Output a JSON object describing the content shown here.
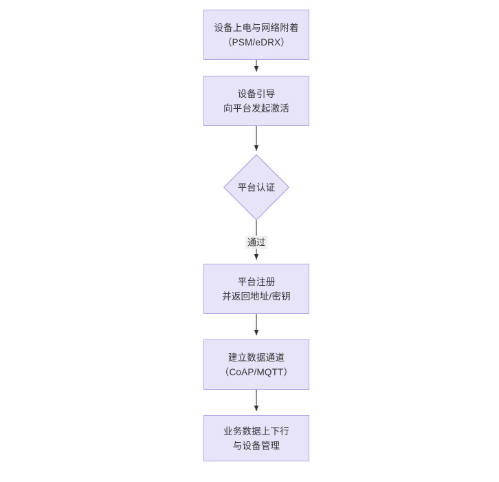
{
  "diagram": {
    "type": "flowchart",
    "orientation": "top-to-bottom",
    "background_color": "#ffffff",
    "node_fill_color": "#e7e3f8",
    "node_border_color": "#b4a0e0",
    "text_color": "#333333",
    "edge_color": "#333333",
    "nodes": [
      {
        "id": "n1",
        "shape": "rectangle",
        "lines": [
          "设备上电与网络附着",
          "（PSM/eDRX）"
        ]
      },
      {
        "id": "n2",
        "shape": "rectangle",
        "lines": [
          "设备引导",
          "向平台发起激活"
        ]
      },
      {
        "id": "n3",
        "shape": "diamond",
        "lines": [
          "平台认证"
        ]
      },
      {
        "id": "n4",
        "shape": "rectangle",
        "lines": [
          "平台注册",
          "并返回地址/密钥"
        ]
      },
      {
        "id": "n5",
        "shape": "rectangle",
        "lines": [
          "建立数据通道",
          "（CoAP/MQTT）"
        ]
      },
      {
        "id": "n6",
        "shape": "rectangle",
        "lines": [
          "业务数据上下行",
          "与设备管理"
        ]
      }
    ],
    "edges": [
      {
        "from": "n1",
        "to": "n2",
        "label": ""
      },
      {
        "from": "n2",
        "to": "n3",
        "label": ""
      },
      {
        "from": "n3",
        "to": "n4",
        "label": "通过"
      },
      {
        "from": "n4",
        "to": "n5",
        "label": ""
      },
      {
        "from": "n5",
        "to": "n6",
        "label": ""
      }
    ]
  }
}
